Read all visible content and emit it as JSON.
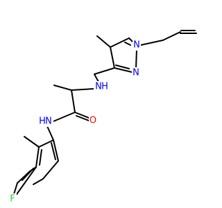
{
  "colors": {
    "bond": "#000000",
    "nitrogen": "#0000ff",
    "oxygen": "#ff0000",
    "fluorine": "#33cc33",
    "background": "#ffffff"
  },
  "atoms": {
    "n_pyrazole_1": {
      "symbol": "N",
      "element": "nitrogen"
    },
    "n_pyrazole_2": {
      "symbol": "N",
      "element": "nitrogen"
    },
    "n_amine": {
      "symbol": "N",
      "element": "nitrogen",
      "hydrogen": "H"
    },
    "n_amide": {
      "symbol": "N",
      "element": "nitrogen",
      "hydrogen": "H"
    },
    "o_carbonyl": {
      "symbol": "O",
      "element": "oxygen"
    },
    "f_aryl": {
      "symbol": "F",
      "element": "fluorine"
    }
  }
}
